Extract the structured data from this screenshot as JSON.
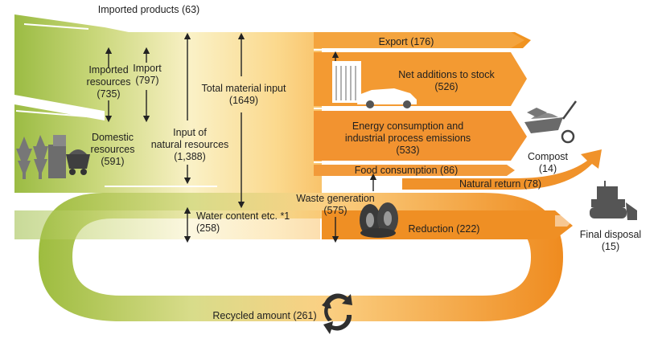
{
  "labels": {
    "imported_products": "Imported products (63)",
    "imported_resources": [
      "Imported",
      "resources",
      "(735)"
    ],
    "import": [
      "Import",
      "(797)"
    ],
    "total_material_input": [
      "Total material input",
      "(1649)"
    ],
    "domestic_resources": [
      "Domestic",
      "resources",
      "(591)"
    ],
    "input_natural_resources": [
      "Input of",
      "natural resources",
      "(1,388)"
    ],
    "water_content": [
      "Water content etc. *1",
      "(258)"
    ],
    "export": "Export (176)",
    "net_additions": [
      "Net additions to stock",
      "(526)"
    ],
    "energy_consumption": [
      "Energy consumption and",
      "industrial process emissions",
      "(533)"
    ],
    "food_consumption": "Food consumption (86)",
    "waste_generation": [
      "Waste generation",
      "(575)"
    ],
    "natural_return": "Natural return (78)",
    "reduction": "Reduction (222)",
    "compost": [
      "Compost",
      "(14)"
    ],
    "final_disposal": [
      "Final disposal",
      "(15)"
    ],
    "recycled_amount": "Recycled amount (261)"
  },
  "colors": {
    "green": "#94b83a",
    "light_yellow": "#f8efc0",
    "orange": "#f39a2e",
    "dark_orange": "#ee8a22",
    "arrow": "#222222"
  },
  "icons": [
    "trees-icon",
    "silo-icon",
    "mine-cart-icon",
    "building-icon",
    "car-icon",
    "tires-icon",
    "recycle-icon",
    "wheelbarrow-icon",
    "bulldozer-icon"
  ]
}
